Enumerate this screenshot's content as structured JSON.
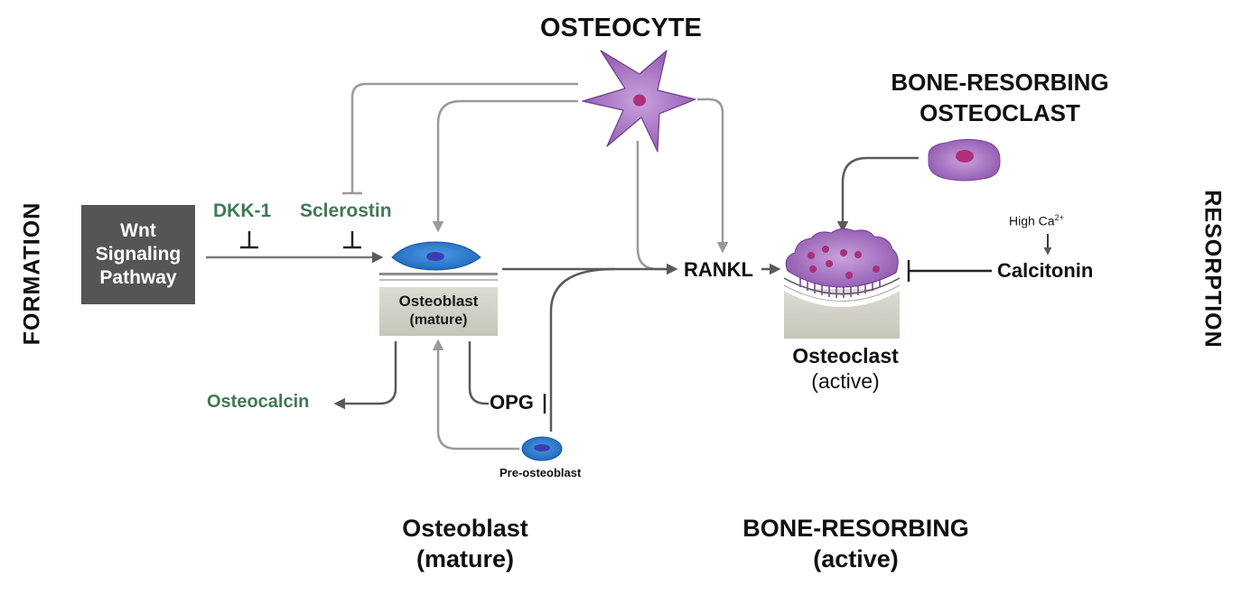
{
  "side_labels": {
    "left": "FORMATION",
    "right": "RESORPTION"
  },
  "wnt": {
    "line1": "Wnt",
    "line2": "Signaling",
    "line3": "Pathway"
  },
  "inhibitors": {
    "dkk1": "DKK-1",
    "sclerostin": "Sclerostin"
  },
  "osteocyte": {
    "title": "OSTEOCYTE"
  },
  "bone_resorbing_osteoclast": {
    "line1": "BONE-RESORBING",
    "line2": "OSTEOCLAST"
  },
  "osteoblast_box": {
    "line1": "Osteoblast",
    "line2": "(mature)"
  },
  "osteocalcin": "Osteocalcin",
  "opg": "OPG",
  "pre_osteoblast": "Pre-osteoblast",
  "rankl": "RANKL",
  "osteoclast_active": {
    "line1": "Osteoclast",
    "line2": "(active)"
  },
  "high_ca": {
    "text": "High Ca",
    "superscript": "2+"
  },
  "calcitonin": "Calcitonin",
  "bottom_left": {
    "line1": "Osteoblast",
    "line2": "(mature)"
  },
  "bottom_right": {
    "line1": "BONE-RESORBING",
    "line2": "(active)"
  },
  "colors": {
    "gray_arrow": "#9a9a9a",
    "dark_arrow": "#5a5a5a",
    "green_text": "#3f7a55",
    "osteoblast_blue": "#2f7fd0",
    "osteocyte_purple": "#9b62b8",
    "bone_gray": "#d3d3c9"
  }
}
